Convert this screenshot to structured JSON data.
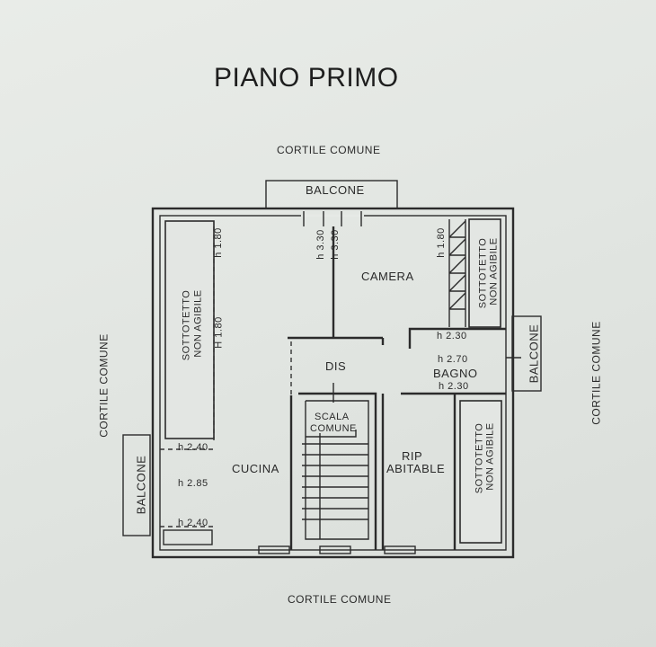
{
  "title": "PIANO PRIMO",
  "surroundings": {
    "top": "CORTILE COMUNE",
    "bottom": "CORTILE COMUNE",
    "left": "CORTILE COMUNE",
    "right": "CORTILE COMUNE"
  },
  "balconies": {
    "top": "BALCONE",
    "left": "BALCONE",
    "right": "BALCONE"
  },
  "rooms": {
    "camera": "CAMERA",
    "dis": "DIS",
    "bagno": "BAGNO",
    "cucina": "CUCINA",
    "scala_line1": "SCALA",
    "scala_line2": "COMUNE",
    "rip_line1": "RIP",
    "rip_line2": "ABITABLE",
    "sottotetto_left_line1": "SOTTOTETTO",
    "sottotetto_left_line2": "NON AGIBILE",
    "sottotetto_topright_line1": "SOTTOTETTO",
    "sottotetto_topright_line2": "NON AGIBILE",
    "sottotetto_bottomright_line1": "SOTTOTETTO",
    "sottotetto_bottomright_line2": "NON AGIBILE"
  },
  "heights": {
    "h_left_top": "h 1.80",
    "h_left_mid": "H 1.80",
    "h_center_1": "h 3.30",
    "h_center_2": "h 3.30",
    "h_right_top": "h 1.80",
    "h_bagno_top": "h 2.30",
    "h_bagno_mid": "h 2.70",
    "h_bagno_bot": "h 2.30",
    "h_cucina_top": "h 2.40",
    "h_cucina_mid": "h 2.85",
    "h_cucina_bot": "h 2.40"
  }
}
